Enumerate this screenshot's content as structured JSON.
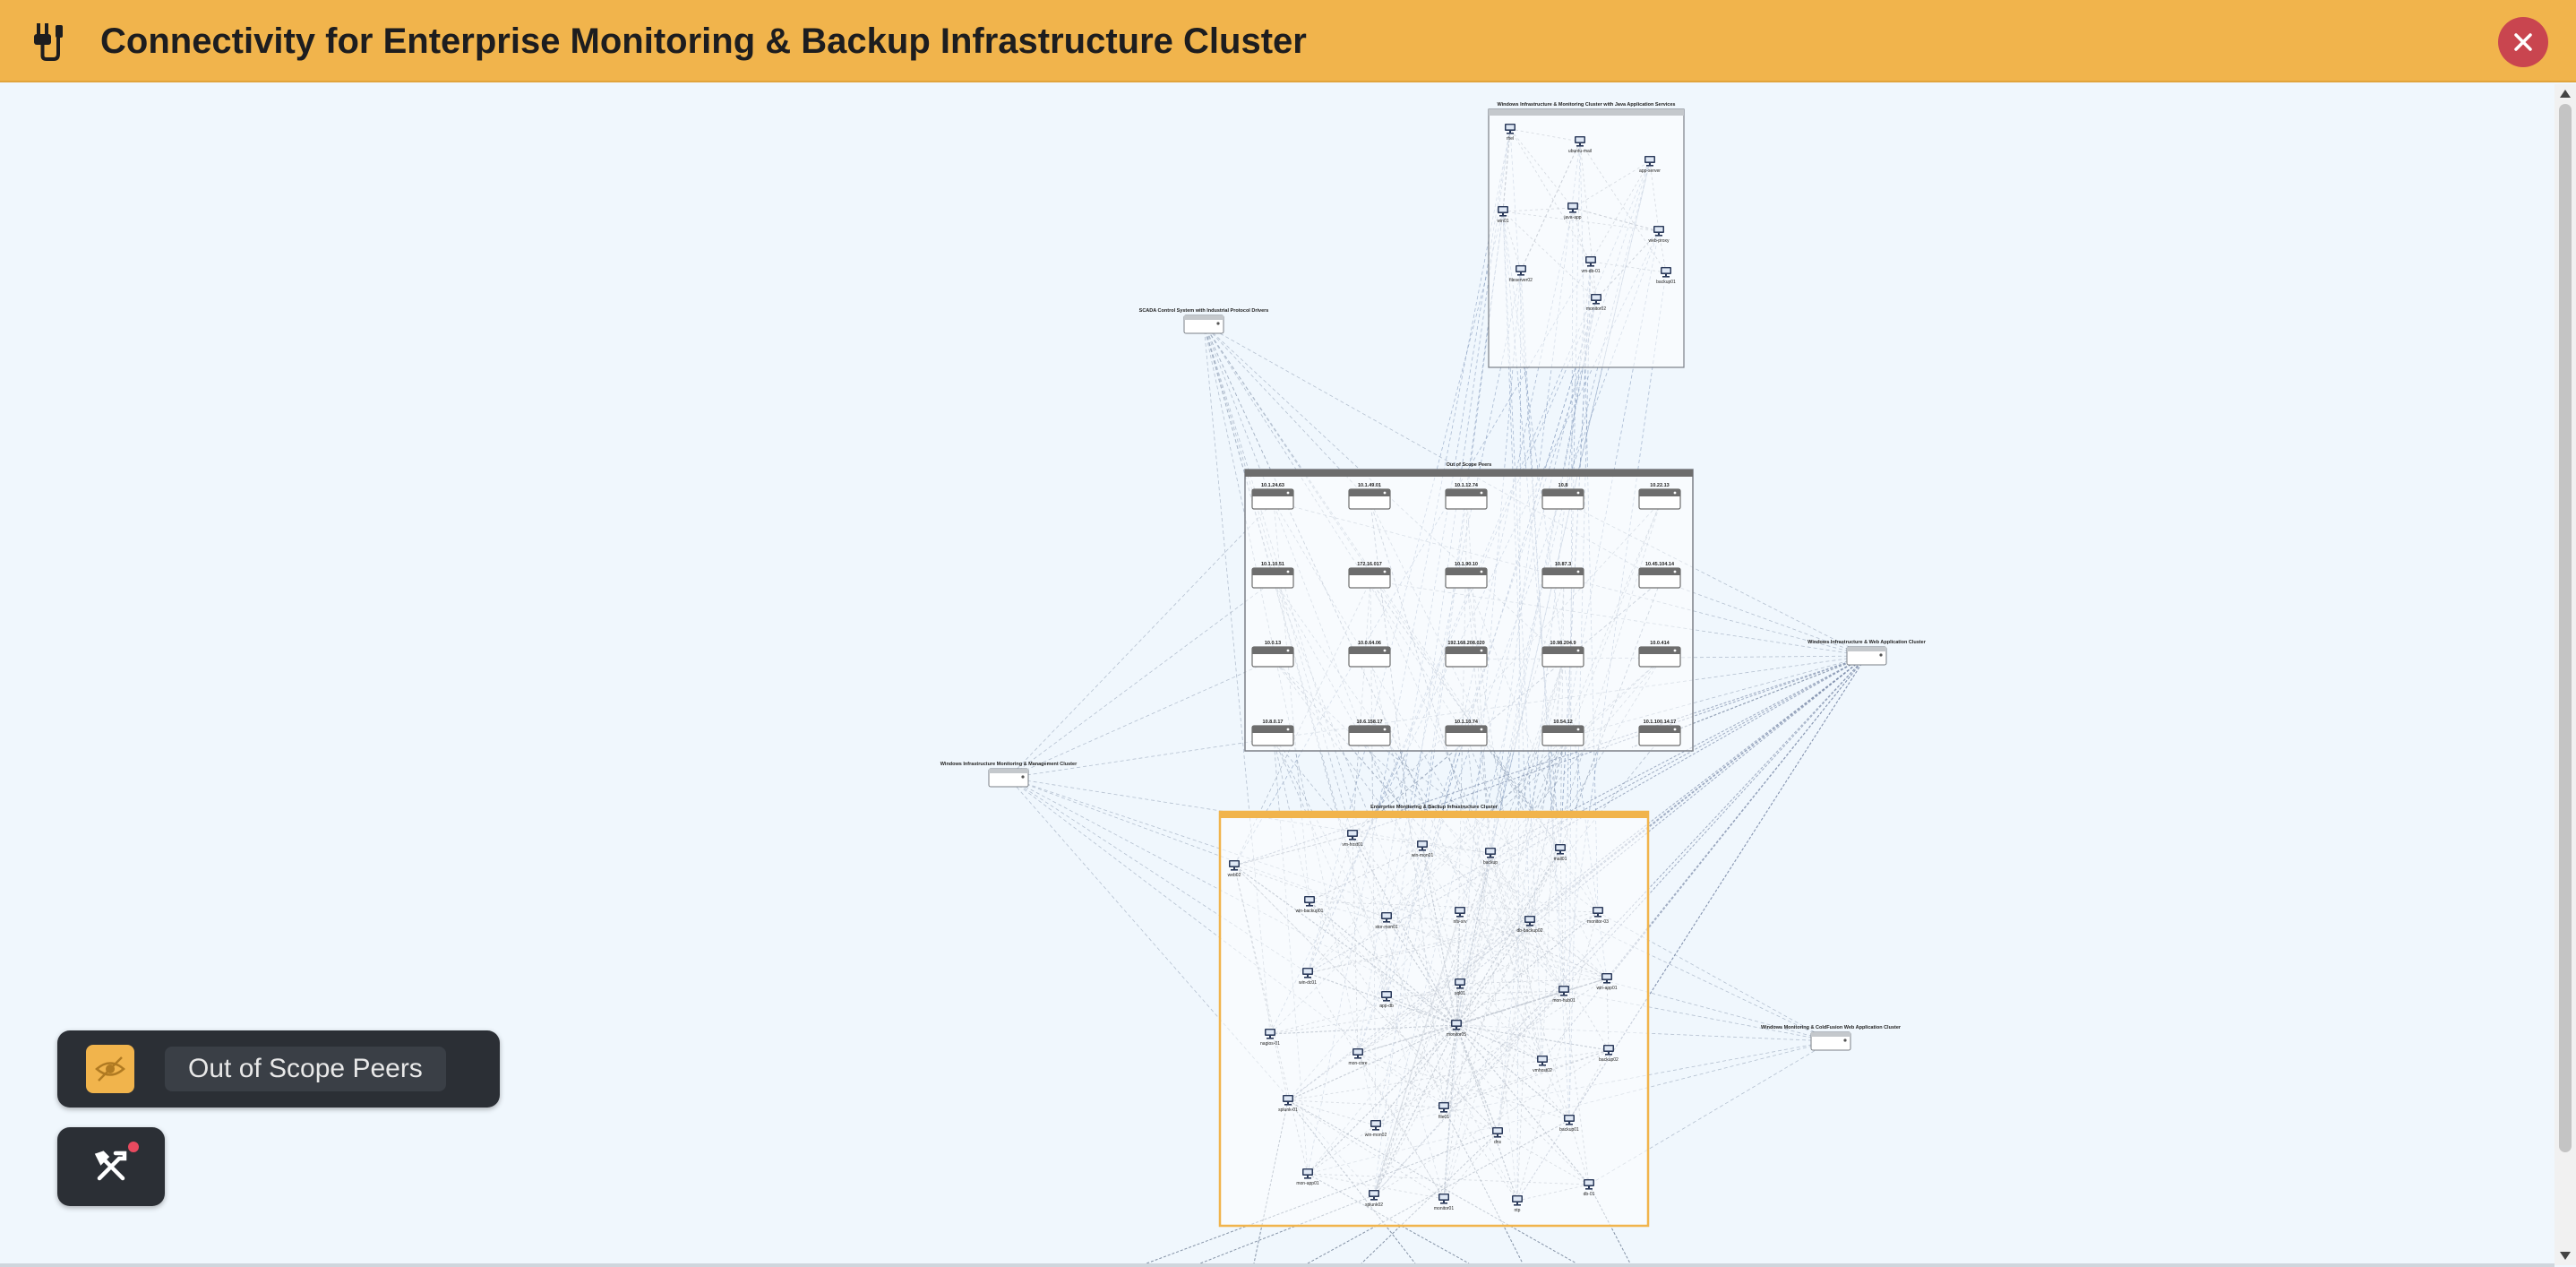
{
  "header": {
    "title": "Connectivity for Enterprise Monitoring & Backup Infrastructure Cluster",
    "close_label": "×"
  },
  "legend": {
    "label": "Out of Scope Peers",
    "swatch_color": "#f1b44c"
  },
  "colors": {
    "header": "#f1b44c",
    "close": "#c9454f",
    "canvas": "#f0f7fd",
    "selected_cluster": "#f1b44c",
    "peer_box": "#6d6d6d"
  },
  "graph": {
    "clusters": [
      {
        "id": "c1",
        "label": "Windows Infrastructure & Monitoring Cluster with Java Application Services",
        "nodes": [
          "rhel",
          "ubuntu-mail",
          "app-server",
          "win01",
          "java-app",
          "web-proxy",
          "fileserver02",
          "vm-db-01",
          "backup01",
          "monitor02"
        ]
      },
      {
        "id": "c2",
        "label": "SCADA Control System with Industrial Protocol Drivers",
        "nodes": []
      },
      {
        "id": "c3",
        "label": "Out of Scope Peers",
        "nodes": []
      },
      {
        "id": "c4",
        "label": "Windows Infrastructure & Web Application Cluster",
        "nodes": []
      },
      {
        "id": "c5",
        "label": "Windows Infrastructure Monitoring & Management Cluster",
        "nodes": []
      },
      {
        "id": "c6",
        "label": "Enterprise Monitoring & Backup Infrastructure Cluster",
        "nodes": [
          "vm-host01",
          "win-mon01",
          "backup",
          "mail01",
          "web02",
          "win-backup01",
          "stor-mon01",
          "nfs-srv",
          "db-backup02",
          "monitor-03",
          "win-dc01",
          "app-db",
          "sql01",
          "mon-hub01",
          "win-app01",
          "nagios-01",
          "mon-core",
          "monitor05",
          "vmhost02",
          "backup02",
          "splunk-01",
          "win-mon02",
          "file01",
          "dns",
          "backup01",
          "mon-app01",
          "splunk02",
          "monitor01",
          "ntp",
          "db-01"
        ]
      },
      {
        "id": "c7",
        "label": "Windows Monitoring & ColdFusion Web Application Cluster",
        "nodes": []
      }
    ],
    "peers": [
      [
        "10.1.24.63",
        "10.1.49.01",
        "10.1.12.74",
        "10.8",
        "10.22.13"
      ],
      [
        "10.1.10.51",
        "172.16.017",
        "10.1.90.10",
        "10.87.3",
        "10.45.104.14"
      ],
      [
        "10.0.13",
        "10.0.64.06",
        "192.168.208.020",
        "10.98.204.9",
        "10.0.414"
      ],
      [
        "10.8.0.17",
        "10.6.158.17",
        "10.1.10.74",
        "10.54.12",
        "10.1.100.14.17"
      ]
    ]
  }
}
